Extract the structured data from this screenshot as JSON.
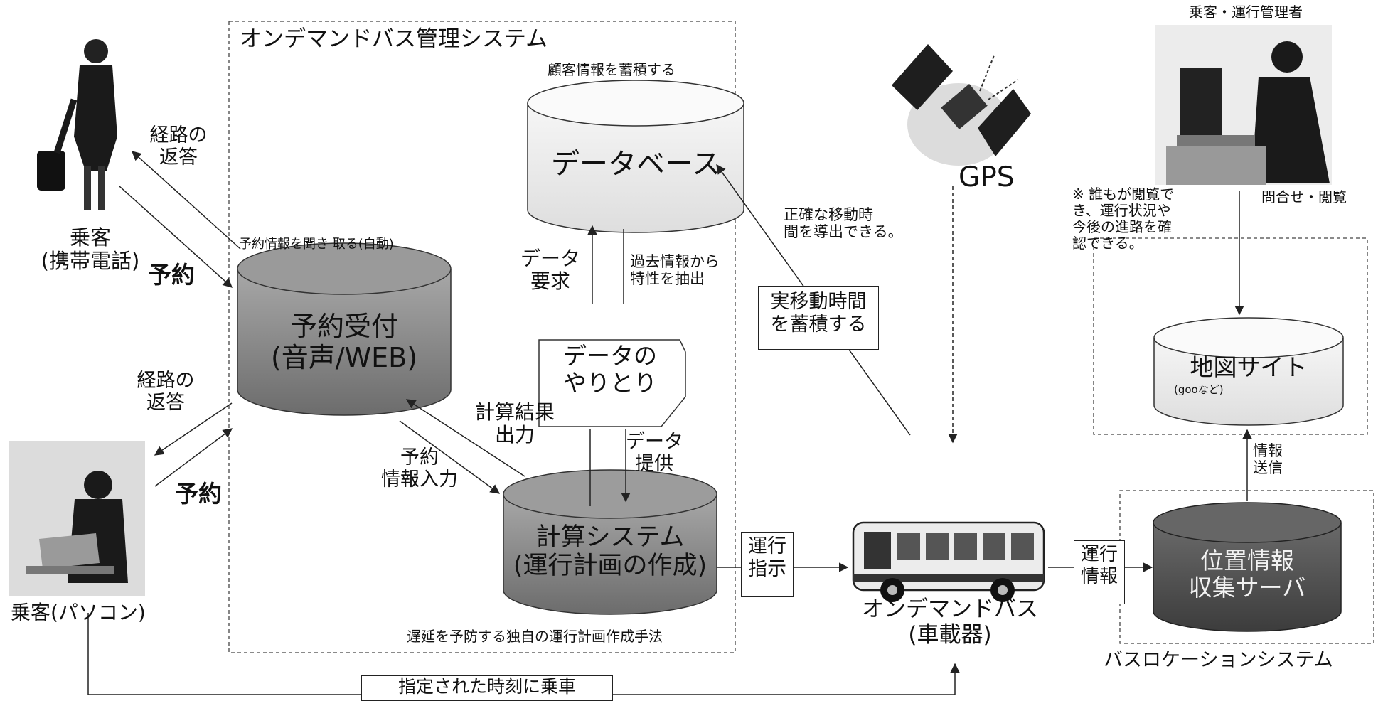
{
  "system_title": "オンデマンドバス管理システム",
  "passenger_phone": [
    "乗客",
    "(携帯電話)"
  ],
  "passenger_pc": "乗客(パソコン)",
  "reserve": "予約",
  "route_reply": [
    "経路の",
    "返答"
  ],
  "auto_capture": "予約情報を聞き 取る(自動)",
  "accumulate_customer": "顧客情報を蓄積する",
  "database": "データベース",
  "reservation": [
    "予約受付",
    "(音声/WEB)"
  ],
  "data_request": [
    "データ",
    "要求"
  ],
  "extract": [
    "過去情報から",
    "特性を抽出"
  ],
  "data_exchange": [
    "データの",
    "やりとり"
  ],
  "calc_result": [
    "計算結果",
    "出力"
  ],
  "data_provide": [
    "データ",
    "提供"
  ],
  "reserve_input": [
    "予約",
    "情報入力"
  ],
  "calc_system": [
    "計算システム",
    "(運行計画の作成)"
  ],
  "original_method": "遅延を予防する独自の運行計画作成手法",
  "operation_instruction": [
    "運行",
    "指示"
  ],
  "precise_time": [
    "正確な移動時",
    "間を導出できる。"
  ],
  "actual_time": [
    "実移動時間",
    "を蓄積する"
  ],
  "gps": "GPS",
  "bus": [
    "オンデマンドバス",
    "(車載器)"
  ],
  "operation_info": [
    "運行",
    "情報"
  ],
  "location_server": [
    "位置情報",
    "収集サーバ"
  ],
  "bus_location_system": "バスロケーションシステム",
  "info_send": [
    "情報",
    "送信"
  ],
  "map_site": "地図サイト",
  "map_site_sub": "(gooなど)",
  "anyone_browse": [
    "※ 誰もが閲覧で",
    "き、運行状況や",
    "今後の進路を確",
    "認できる。"
  ],
  "inquiry": "問合せ・閲覧",
  "viewer": "乗客・運行管理者",
  "board_time": "指定された時刻に乗車",
  "colors": {
    "cyl_light": "#eeeeee",
    "cyl_mid": "#8a8a8a",
    "cyl_dark": "#555555",
    "line": "#222222"
  }
}
